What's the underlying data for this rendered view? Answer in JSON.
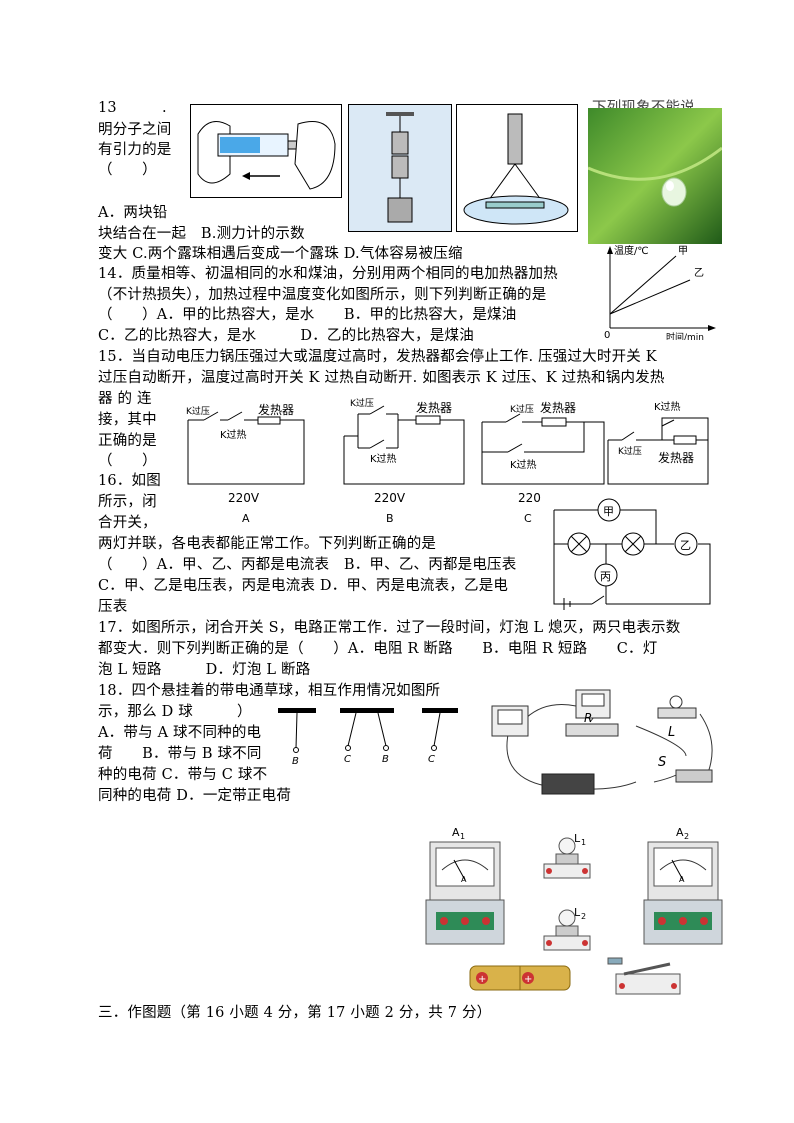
{
  "q13": {
    "num": "13",
    "dot": ".",
    "stem_right": "下列现象不能说",
    "l1": "明分子之间",
    "l2": "有引力的是",
    "l3": "（　　）",
    "l4": "A．两块铅",
    "l5": "块结合在一起　B.测力计的示数",
    "l6": "变大 C.两个露珠相遇后变成一个露珠 D.气体容易被压缩"
  },
  "q14": {
    "l1": "14．质量相等、初温相同的水和煤油，分别用两个相同的电加热器加热",
    "l2": "（不计热损失），加热过程中温度变化如图所示，则下列判断正确的是",
    "l3": "（　　）A．甲的比热容大，是水　　B．甲的比热容大，是煤油",
    "l4": "C．乙的比热容大，是水　　　D．乙的比热容大，是煤油",
    "graph": {
      "y_label": "温度/℃",
      "x_label": "时间/min",
      "origin": "0",
      "series_a": "甲",
      "series_b": "乙"
    }
  },
  "q15": {
    "l1": "15．当自动电压力锅压强过大或温度过高时，发热器都会停止工作. 压强过大时开关 K",
    "l2": "过压自动断开，温度过高时开关 K 过热自动断开. 如图表示 K 过压、K 过热和锅内发热",
    "l3": "器 的 连",
    "l4": "接，其中",
    "l5": "正确的是",
    "l6": "（　　）",
    "circuits": [
      {
        "letter": "A",
        "volt": "220V",
        "k1": "K过压",
        "k2": "K过热",
        "heater": "发热器"
      },
      {
        "letter": "B",
        "volt": "220V",
        "k1": "K过压",
        "k2": "K过热",
        "heater": "发热器"
      },
      {
        "letter": "C",
        "volt": "220",
        "k1": "K过压",
        "k2": "K过热",
        "heater": "发热器"
      },
      {
        "letter": "",
        "volt": "",
        "k1": "K过压",
        "k2": "K过热",
        "heater": "发热器"
      }
    ]
  },
  "q16": {
    "l1": "16．如图",
    "l2": "所示，闭",
    "l3": "合开关，",
    "l4": "两灯并联，各电表都能正常工作。下列判断正确的是",
    "l5": "（　　）A．甲、乙、丙都是电流表　B．甲、乙、丙都是电压表",
    "l6": "C．甲、乙是电压表，丙是电流表 D．甲、丙是电流表，乙是电",
    "l7": "压表",
    "meters": {
      "a": "甲",
      "b": "乙",
      "c": "丙"
    }
  },
  "q17": {
    "l1": "17．如图所示，闭合开关 S，电路正常工作．过了一段时间，灯泡 L 熄灭，两只电表示数",
    "l2": "都变大．则下列判断正确的是（　　）A．电阻 R 断路　　B．电阻 R 短路　　C．灯",
    "l3": "泡 L 短路　　　D．灯泡 L 断路",
    "fig": {
      "r": "R",
      "l": "L",
      "s": "S"
    }
  },
  "q18": {
    "l1": "18．四个悬挂着的带电通草球，相互作用情况如图所",
    "l2": "示，那么 D 球　　　）",
    "l3": "A．带与 A 球不同种的电",
    "l4": "荷　　B．带与 B 球不同",
    "l5": "种的电荷 C．带与 C 球不",
    "l6": "同种的电荷 D．一定带正电荷",
    "balls": {
      "b1": "B",
      "c1": "C",
      "b2": "B",
      "c2": "C"
    }
  },
  "bottom_fig": {
    "a1": "A",
    "a1_sub": "1",
    "a2": "A",
    "a2_sub": "2",
    "l1": "L",
    "l1_sub": "1",
    "l2": "L",
    "l2_sub": "2"
  },
  "section3": "三．作图题（第 16 小题 4 分，第 17 小题 2 分，共 7 分）"
}
